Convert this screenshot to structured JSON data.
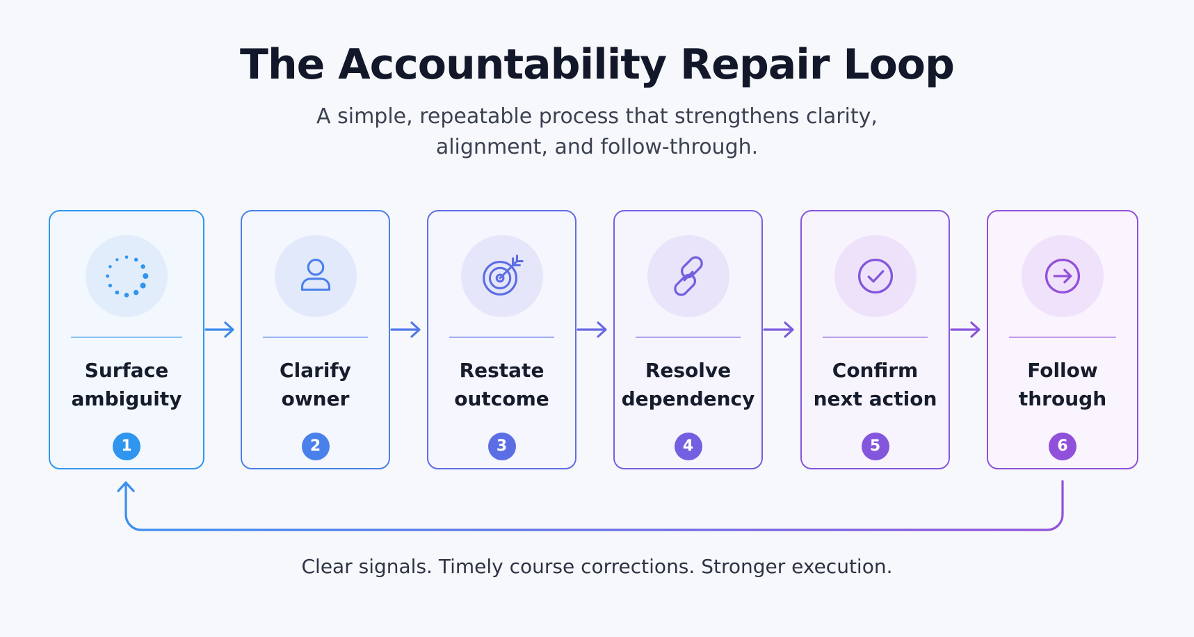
{
  "title": "The Accountability Repair Loop",
  "subtitle": {
    "line1": "A simple, repeatable process that strengthens clarity,",
    "line2": "alignment, and follow-through."
  },
  "steps": [
    {
      "number": "1",
      "line1": "Surface",
      "line2": "ambiguity",
      "icon": "dotted-circle-icon",
      "color": "#2f95ee"
    },
    {
      "number": "2",
      "line1": "Clarify",
      "line2": "owner",
      "icon": "person-icon",
      "color": "#4a80ea"
    },
    {
      "number": "3",
      "line1": "Restate",
      "line2": "outcome",
      "icon": "target-icon",
      "color": "#5c6ee4"
    },
    {
      "number": "4",
      "line1": "Resolve",
      "line2": "dependency",
      "icon": "link-icon",
      "color": "#7360e0"
    },
    {
      "number": "5",
      "line1": "Confirm",
      "line2": "next action",
      "icon": "check-circle-icon",
      "color": "#8356dc"
    },
    {
      "number": "6",
      "line1": "Follow",
      "line2": "through",
      "icon": "arrow-right-circle-icon",
      "color": "#9150da"
    }
  ],
  "loop_arrow": {
    "from": "6",
    "to": "1"
  },
  "footer": "Clear signals. Timely course corrections. Stronger execution."
}
